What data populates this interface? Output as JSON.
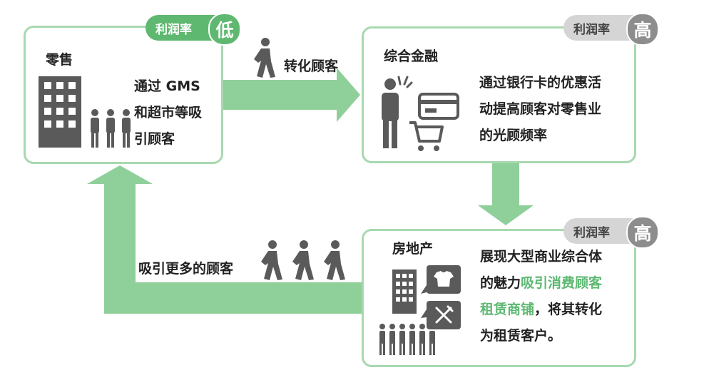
{
  "retail": {
    "title": "零售",
    "badge_label": "利润率",
    "badge_level": "低",
    "desc_line1": "通过 GMS",
    "desc_line2": "和超市等吸",
    "desc_line3": "引顾客"
  },
  "finance": {
    "title": "综合金融",
    "badge_label": "利润率",
    "badge_level": "高",
    "desc_line1": "通过银行卡的优惠活",
    "desc_line2": "动提高顾客对零售业",
    "desc_line3": "的光顾频率"
  },
  "realestate": {
    "title": "房地产",
    "badge_label": "利润率",
    "badge_level": "高",
    "desc_line1": "展现大型商业综合体",
    "desc_line2_a": "的魅力",
    "desc_line2_b": "吸引消费顾客",
    "desc_line3_a": "租赁商铺",
    "desc_line3_b": "，将其转化",
    "desc_line4": "为租赁客户。"
  },
  "flows": {
    "convert_label": "转化顾客",
    "attract_label": "吸引更多的顾客"
  },
  "colors": {
    "green_border": "#a8d8b0",
    "arrow_green": "#8fcf9a",
    "badge_low": "#5fb870",
    "badge_high": "#d5d5d5",
    "icon_gray": "#5a5a5a",
    "highlight_green": "#5db872"
  }
}
